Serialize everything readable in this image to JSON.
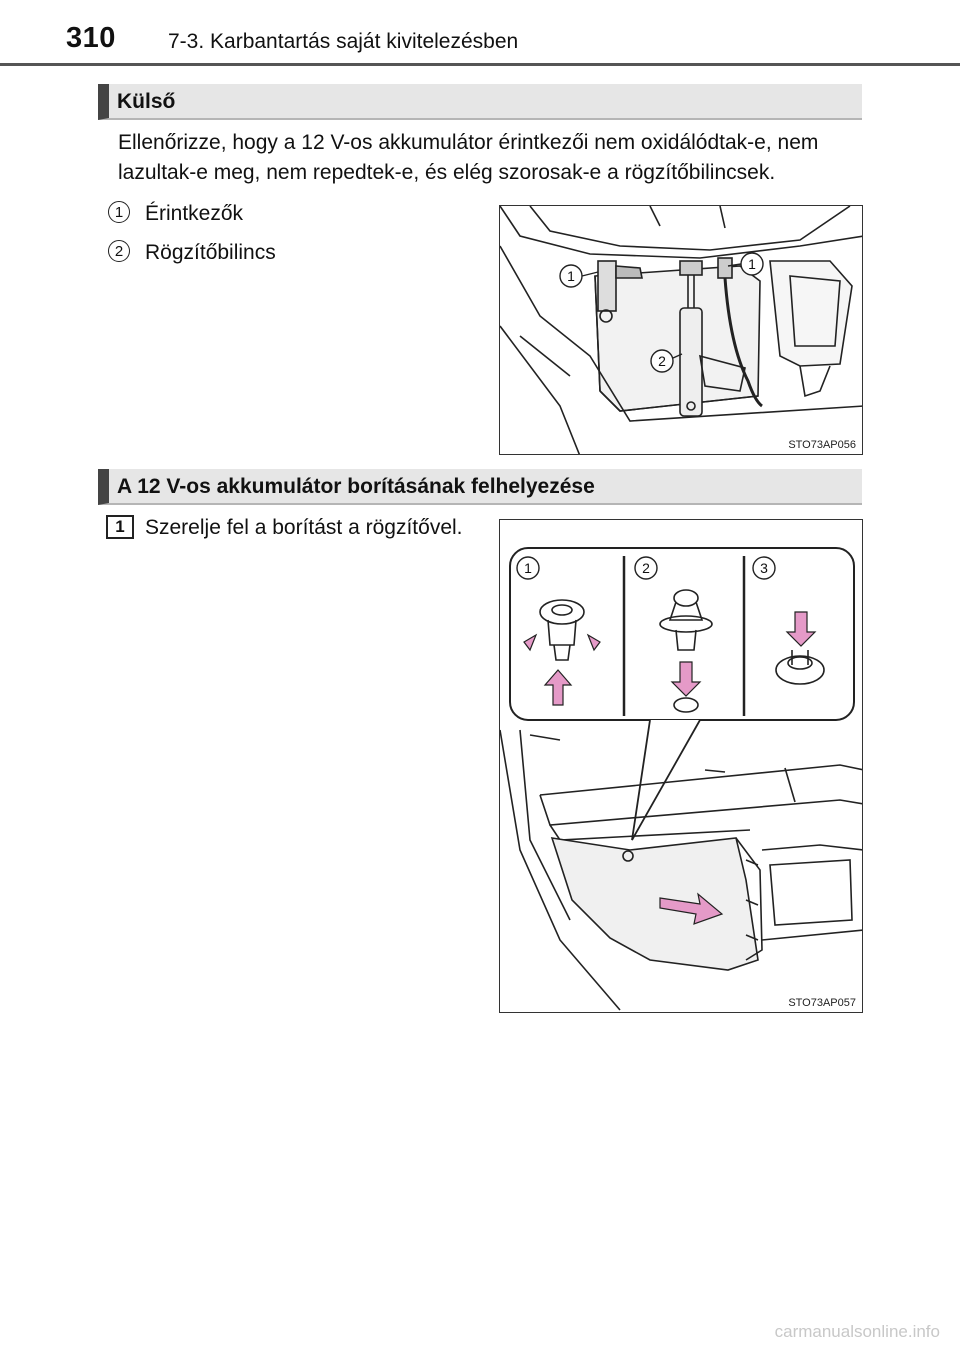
{
  "header": {
    "page_number": "310",
    "chapter_title": "7-3. Karbantartás saját kivitelezésben"
  },
  "section_exterior": {
    "title": "Külső",
    "paragraph_line1": "Ellenőrizze, hogy a 12 V-os akkumulátor érintkezői nem oxidálódtak-e, nem",
    "paragraph_line2": "lazultak-e meg, nem repedtek-e, és elég szorosak-e a rögzítőbilincsek.",
    "legend": [
      {
        "num": "1",
        "label": "Érintkezők"
      },
      {
        "num": "2",
        "label": "Rögzítőbilincs"
      }
    ],
    "figure": {
      "code": "STO73AP056",
      "callouts": [
        "1",
        "1",
        "2"
      ]
    }
  },
  "section_cover": {
    "title": "A 12 V-os akkumulátor borításának felhelyezése",
    "step_number": "1",
    "step_text": "Szerelje fel a borítást a rögzítővel.",
    "figure": {
      "code": "STO73AP057",
      "callouts": [
        "1",
        "2",
        "3"
      ]
    }
  },
  "footer": {
    "watermark": "carmanualsonline.info"
  },
  "colors": {
    "section_bar": "#e6e6e6",
    "arrow_pink": "#e59ac8"
  }
}
